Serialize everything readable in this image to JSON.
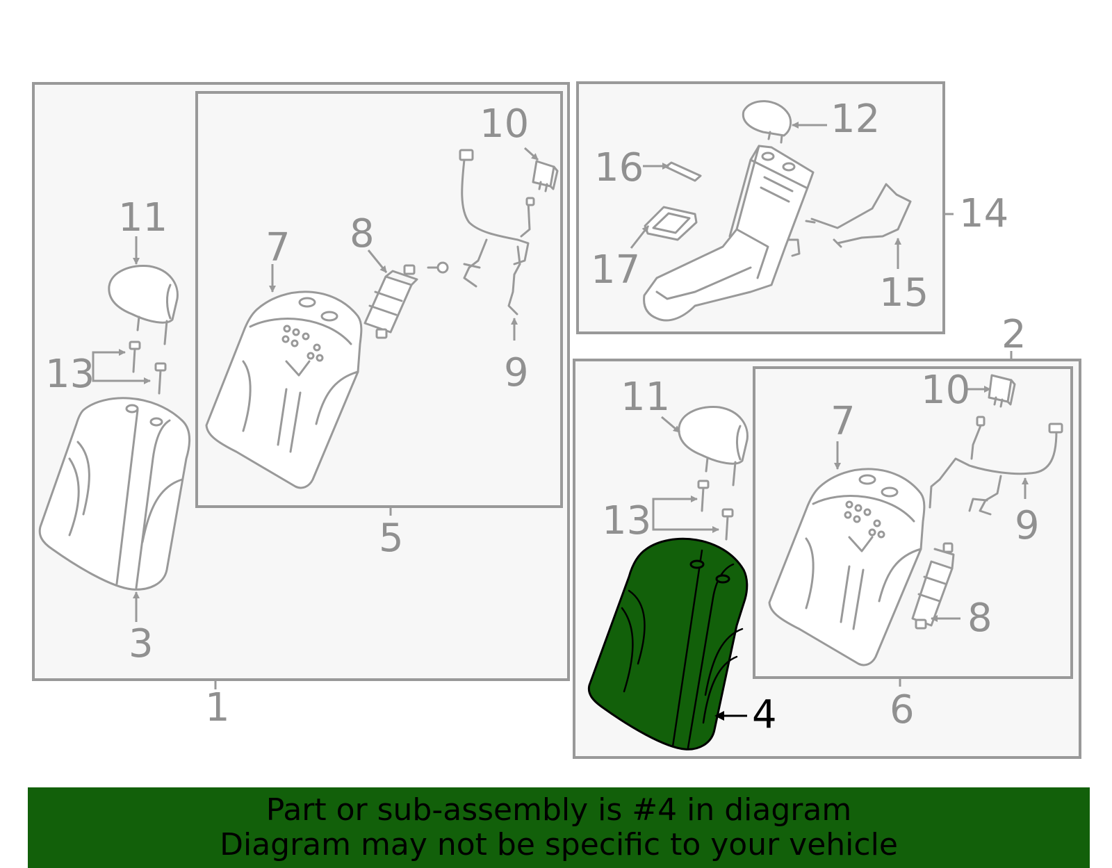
{
  "colors": {
    "highlight": "#12600a",
    "outline": "#999999",
    "banner_bg": "#12600a",
    "box_fill": "#f7f7f7"
  },
  "callouts": {
    "g1_assembly": "1",
    "g1_headrest": "11",
    "g1_bolts": "13",
    "g1_back_cover": "3",
    "g1_frame": "7",
    "g1_module": "8",
    "g1_harness": "9",
    "g1_switch": "10",
    "g1_subassembly": "5",
    "arm_cap": "12",
    "arm_plug": "16",
    "arm_pad": "17",
    "arm_assembly": "14",
    "arm_wire": "15",
    "g2_assembly": "2",
    "g2_headrest": "11",
    "g2_bolts": "13",
    "g2_back_cover": "4",
    "g2_frame": "7",
    "g2_module": "8",
    "g2_harness": "9",
    "g2_switch": "10",
    "g2_subassembly": "6"
  },
  "highlighted_part": "4",
  "banner": {
    "line1": "Part or sub-assembly is #4 in diagram",
    "line2": "Diagram may not be specific to your vehicle"
  }
}
